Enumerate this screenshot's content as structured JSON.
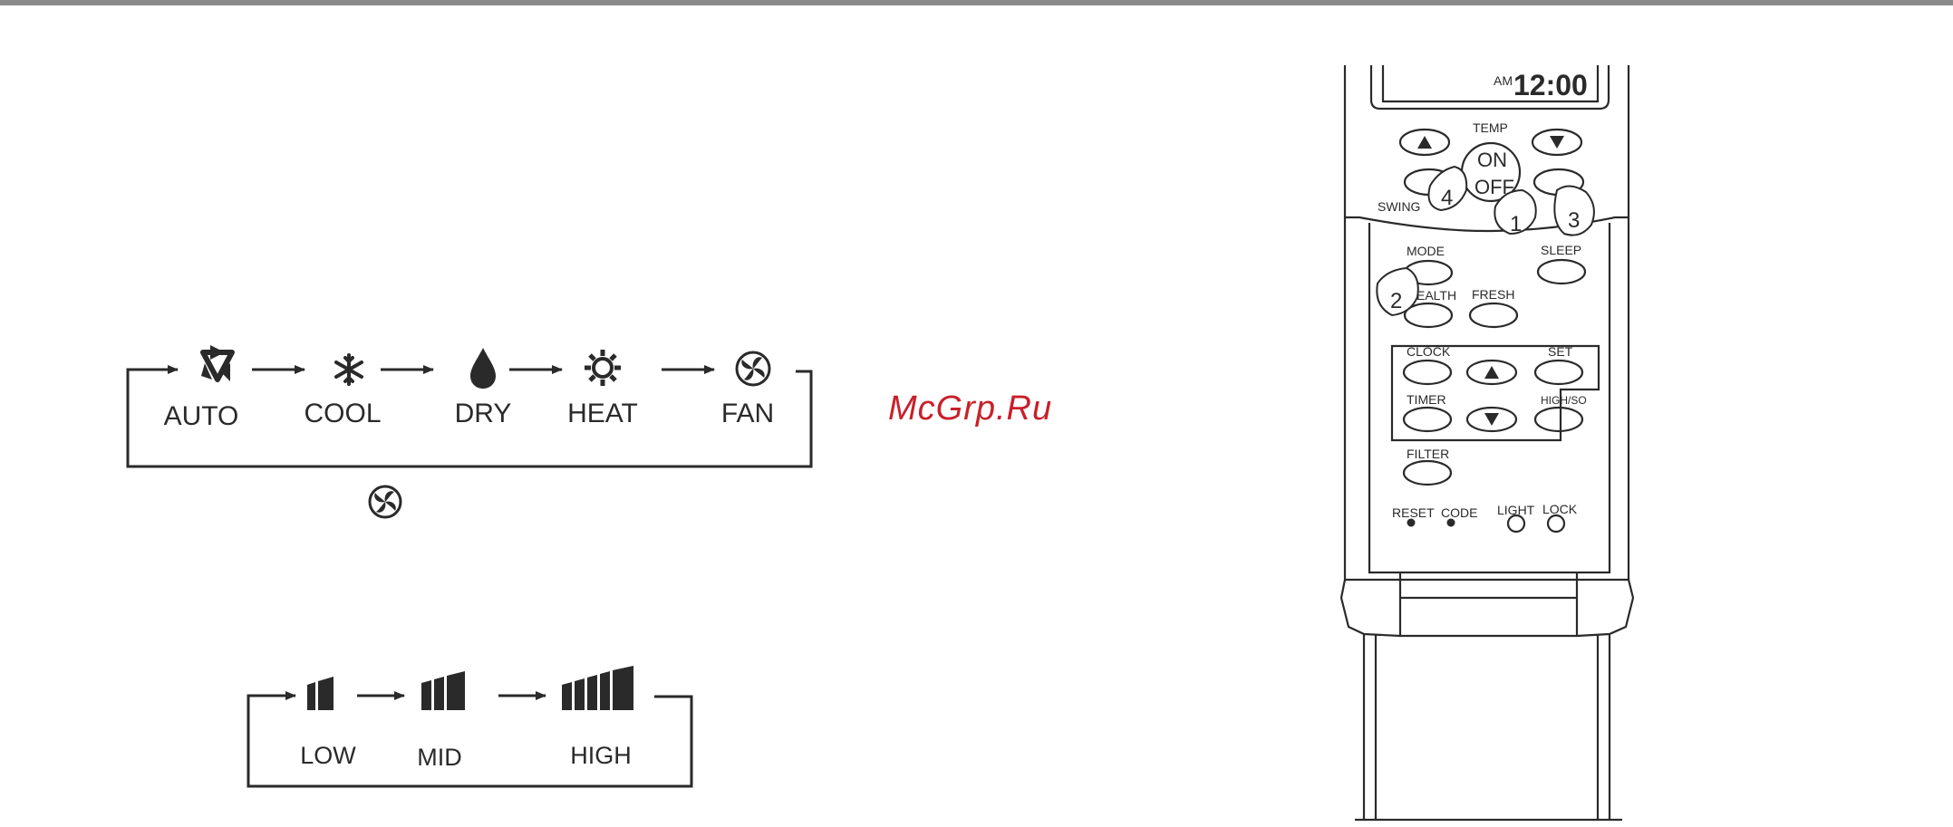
{
  "watermark": "McGrp.Ru",
  "mode_cycle": {
    "modes": [
      {
        "label": "AUTO",
        "icon": "auto-mode-icon"
      },
      {
        "label": "COOL",
        "icon": "snowflake-icon"
      },
      {
        "label": "DRY",
        "icon": "droplet-icon"
      },
      {
        "label": "HEAT",
        "icon": "sun-icon"
      },
      {
        "label": "FAN",
        "icon": "fan-icon"
      }
    ],
    "footer_icon": "fan-icon"
  },
  "fan_speed_cycle": {
    "speeds": [
      {
        "label": "LOW",
        "bars": 2,
        "icon": "fan-speed-bars-icon"
      },
      {
        "label": "MID",
        "bars": 3,
        "icon": "fan-speed-bars-icon"
      },
      {
        "label": "HIGH",
        "bars": 5,
        "icon": "fan-speed-bars-icon"
      }
    ]
  },
  "remote": {
    "display": {
      "am": "AM",
      "time": "12:00"
    },
    "labels": {
      "temp": "TEMP",
      "on": "ON",
      "off": "OFF",
      "swing": "SWING",
      "mode": "MODE",
      "sleep": "SLEEP",
      "health": "EALTH",
      "fresh": "FRESH",
      "clock": "CLOCK",
      "set": "SET",
      "timer": "TIMER",
      "high_so": "HIGH/SO",
      "filter": "FILTER",
      "reset": "RESET",
      "code": "CODE",
      "light": "LIGHT",
      "lock": "LOCK"
    },
    "callouts": [
      "1",
      "2",
      "3",
      "4"
    ]
  }
}
